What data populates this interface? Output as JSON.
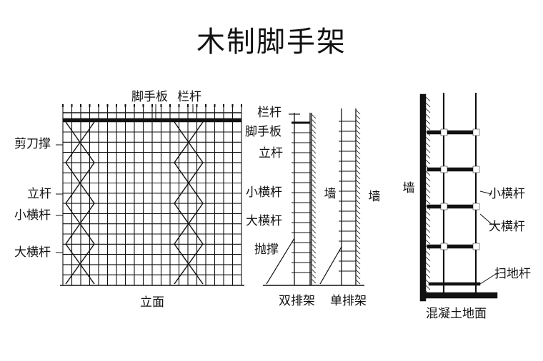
{
  "title": "木制脚手架",
  "elevation": {
    "caption": "立面",
    "top_labels": {
      "board": "脚手板",
      "rail": "栏杆"
    },
    "left_labels": [
      "剪刀撑",
      "立杆",
      "小横杆",
      "大横杆"
    ]
  },
  "section": {
    "labels": [
      "栏杆",
      "脚手板",
      "立杆",
      "小横杆",
      "大横杆",
      "抛撑"
    ],
    "double": "双排架",
    "single": "单排架",
    "wall": "墙"
  },
  "detail": {
    "wall": "墙",
    "labels": [
      "小横杆",
      "大横杆",
      "扫地杆"
    ],
    "ground": "混凝土地面"
  }
}
